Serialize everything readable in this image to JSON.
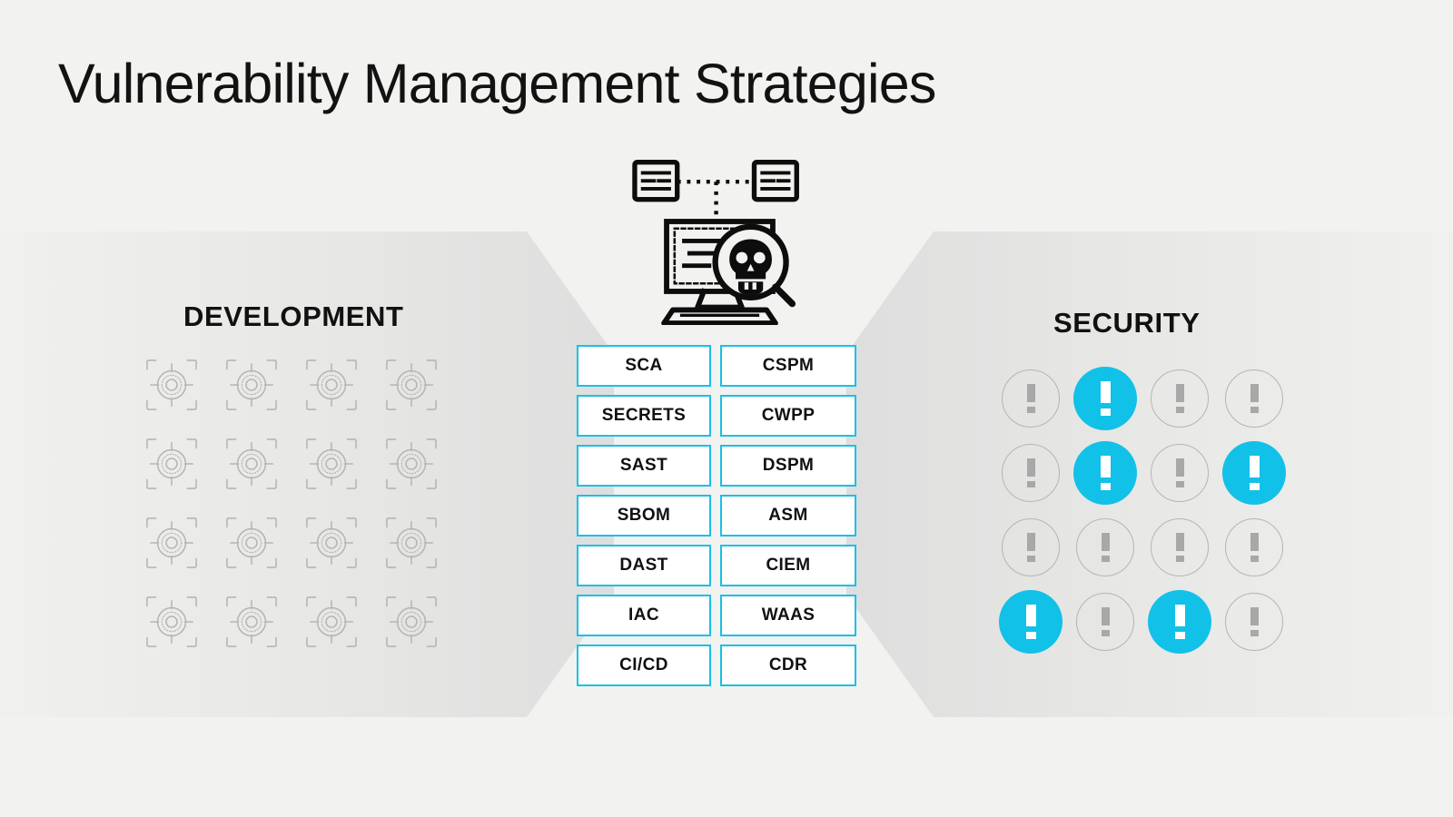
{
  "page": {
    "title": "Vulnerability Management Strategies",
    "background_color": "#f2f2f0"
  },
  "colors": {
    "accent_cyan": "#11c1e8",
    "box_border_cyan": "#19c0e8",
    "panel_gray": "#e4e4e2",
    "icon_gray": "#b5b5b5",
    "text_dark": "#111111"
  },
  "left_panel": {
    "heading": "DEVELOPMENT",
    "icon_name": "target-crosshair-icon",
    "grid_rows": 4,
    "grid_cols": 4,
    "icon_count": 16
  },
  "right_panel": {
    "heading": "SECURITY",
    "icon_name": "alert-exclamation-icon",
    "grid_rows": 4,
    "grid_cols": 4,
    "icon_count": 16,
    "states": [
      [
        "inactive",
        "active",
        "inactive",
        "inactive"
      ],
      [
        "inactive",
        "active",
        "inactive",
        "active"
      ],
      [
        "inactive",
        "inactive",
        "inactive",
        "inactive"
      ],
      [
        "active",
        "inactive",
        "active",
        "inactive"
      ]
    ]
  },
  "hero": {
    "icon_name": "vulnerability-scan-monitor-skull-icon",
    "parts": [
      "document-card-left",
      "document-card-right",
      "dotted-connector",
      "monitor-with-code",
      "magnifier-with-skull",
      "keyboard"
    ]
  },
  "strategies": {
    "left_column": [
      "SCA",
      "SECRETS",
      "SAST",
      "SBOM",
      "DAST",
      "IAC",
      "CI/CD"
    ],
    "right_column": [
      "CSPM",
      "CWPP",
      "DSPM",
      "ASM",
      "CIEM",
      "WAAS",
      "CDR"
    ]
  }
}
